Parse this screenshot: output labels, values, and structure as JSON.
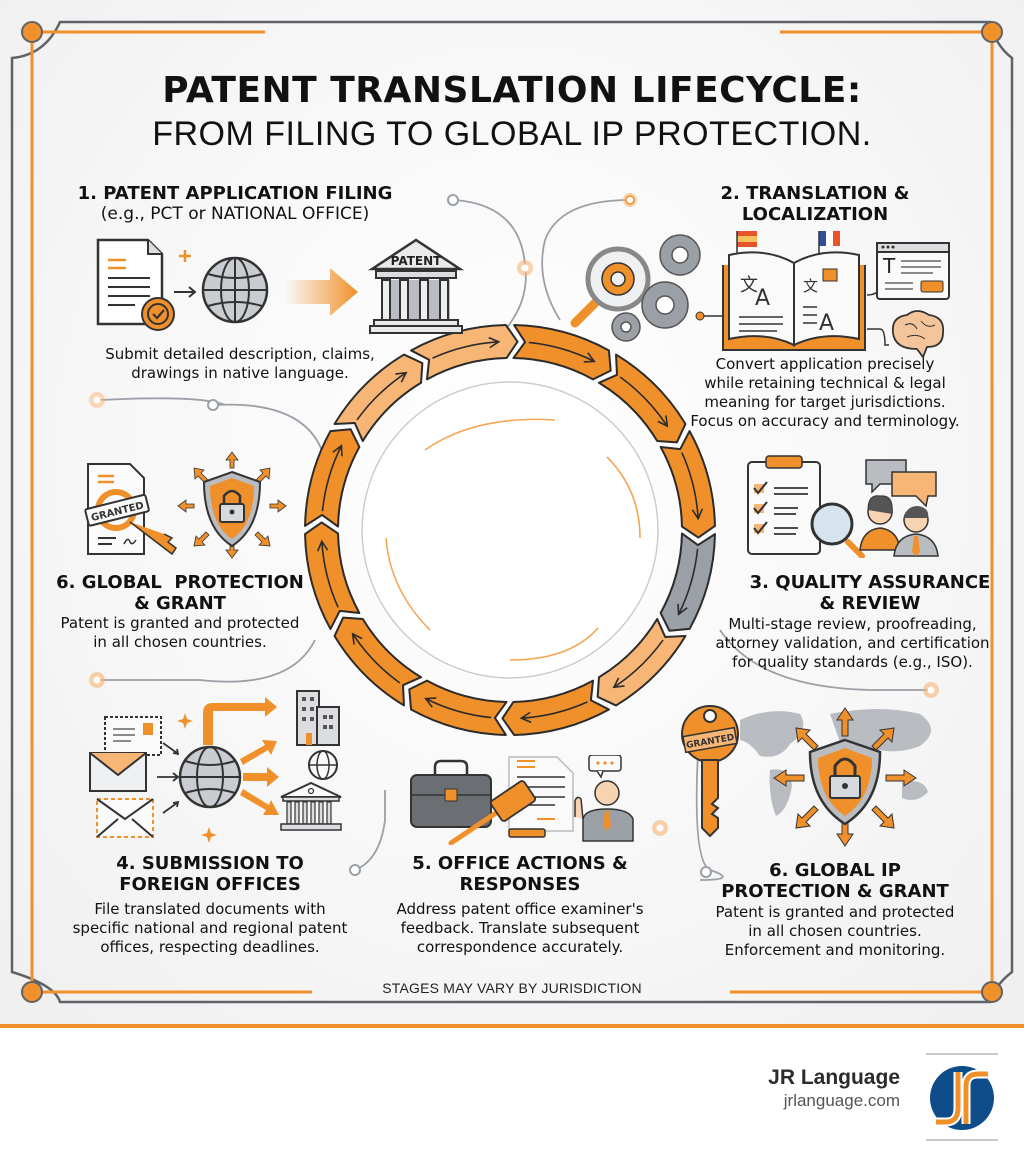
{
  "title": {
    "main": "PATENT TRANSLATION LIFECYCLE:",
    "subtitle": "FROM FILING TO GLOBAL IP PROTECTION."
  },
  "colors": {
    "accent": "#f0902a",
    "accent_light": "#f7b676",
    "frame_gray": "#5f6368",
    "icon_gray": "#9aa0a6",
    "logo_blue": "#0f4c8a"
  },
  "stages": [
    {
      "heading": "1. PATENT APPLICATION FILING",
      "subheading": "(e.g., PCT or NATIONAL OFFICE)",
      "description_lines": [
        "Submit detailed description, claims,",
        "drawings in native language."
      ],
      "icons": [
        "document-check-icon",
        "globe-icon",
        "arrow-right-icon",
        "patent-office-building-icon"
      ],
      "building_label": "PATENT"
    },
    {
      "heading_lines": [
        "2. TRANSLATION &",
        "LOCALIZATION"
      ],
      "description_lines": [
        "Convert application precisely",
        "while retaining technical & legal",
        "meaning for target jurisdictions.",
        "Focus on accuracy and terminology."
      ],
      "icons": [
        "magnifier-gear-icon",
        "gears-icon",
        "open-book-translate-icon",
        "spanish-flag-icon",
        "french-flag-icon",
        "text-editor-window-icon",
        "brain-icon"
      ]
    },
    {
      "heading_lines": [
        "3. QUALITY ASSURANCE",
        "& REVIEW"
      ],
      "description_lines": [
        "Multi-stage review, proofreading,",
        "attorney validation, and certification",
        "for quality standards (e.g., ISO)."
      ],
      "icons": [
        "checklist-clipboard-icon",
        "magnifier-icon",
        "reviewers-icon",
        "chat-bubbles-icon"
      ]
    },
    {
      "heading_lines": [
        "4. SUBMISSION TO",
        "FOREIGN OFFICES"
      ],
      "description_lines": [
        "File translated documents with",
        "specific national and regional patent",
        "offices, respecting deadlines."
      ],
      "icons": [
        "envelopes-icon",
        "globe-icon",
        "office-tower-icon",
        "small-globe-icon",
        "courthouse-icon"
      ]
    },
    {
      "heading_lines": [
        "5. OFFICE ACTIONS &",
        "RESPONSES"
      ],
      "description_lines": [
        "Address patent office examiner's",
        "feedback. Translate subsequent",
        "correspondence accurately."
      ],
      "icons": [
        "briefcase-icon",
        "gavel-icon",
        "document-icon",
        "examiner-icon",
        "speech-bubble-icon"
      ]
    },
    {
      "heading_lines": [
        "6. GLOBAL IP",
        "PROTECTION & GRANT"
      ],
      "description_lines": [
        "Patent is granted and protected",
        "in all chosen countries.",
        "Enforcement and monitoring."
      ],
      "icons": [
        "granted-key-icon",
        "shield-lock-icon",
        "world-map-icon",
        "radiating-arrows-icon"
      ],
      "key_label": "GRANTED"
    },
    {
      "heading_lines": [
        "6. GLOBAL  PROTECTION",
        "& GRANT"
      ],
      "description_lines": [
        "Patent is granted and protected",
        "in all chosen countries."
      ],
      "icons": [
        "granted-certificate-icon",
        "key-icon",
        "shield-lock-icon",
        "radiating-arrows-icon"
      ],
      "stamp_label": "GRANTED"
    }
  ],
  "cycle": {
    "segments": 12,
    "direction": "clockwise"
  },
  "footer_note": "STAGES MAY VARY BY JURISDICTION",
  "brand": {
    "name": "JR Language",
    "url": "jrlanguage.com"
  }
}
